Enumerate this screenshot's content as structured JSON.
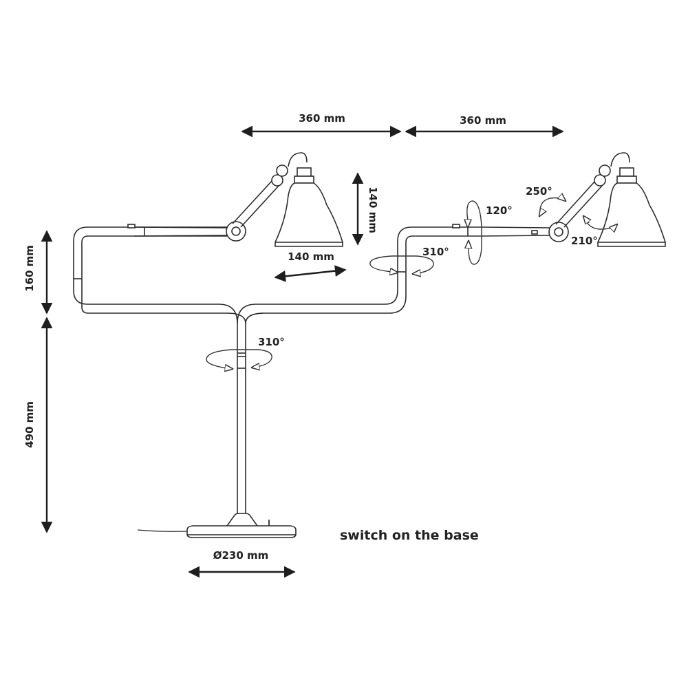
{
  "dimensions": {
    "arm_left_width": "360 mm",
    "arm_right_width": "360 mm",
    "shade_height": "140 mm",
    "shade_width": "140 mm",
    "upper_height": "160 mm",
    "stem_height": "490 mm",
    "base_diameter": "Ø230 mm"
  },
  "angles": {
    "base_rotation": "310°",
    "right_arm_rotation": "310°",
    "vertical_tilt": "120°",
    "shade_tilt_top": "250°",
    "shade_tilt_bottom": "210°"
  },
  "note": "switch on the base",
  "colors": {
    "line": "#2b2b2b",
    "text": "#222222"
  }
}
